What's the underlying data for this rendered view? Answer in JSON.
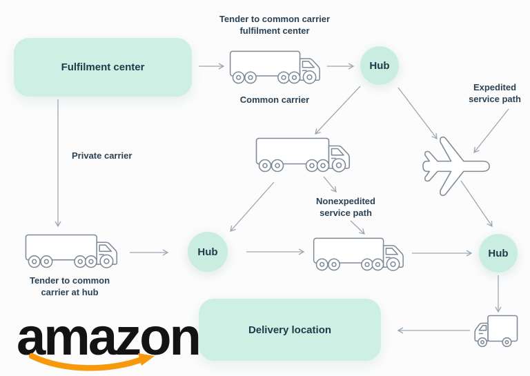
{
  "diagram_title": "Amazon fulfilment network flow",
  "palette": {
    "background": "#fcfcfd",
    "node_fill": "#cdefe4",
    "text": "#21394b",
    "arrow": "#9aa6b2",
    "icon_outline": "#7e8a97",
    "smile_orange": "#f7990a",
    "logo_black": "#131313"
  },
  "nodes": {
    "fulfilment_center": {
      "label": "Fulfilment center"
    },
    "hub_top": {
      "label": "Hub"
    },
    "hub_mid": {
      "label": "Hub"
    },
    "hub_right": {
      "label": "Hub"
    },
    "delivery_location": {
      "label": "Delivery location"
    }
  },
  "labels": {
    "tender_fc": "Tender to common carrier\nfulfilment center",
    "common_carrier": "Common carrier",
    "private_carrier": "Private carrier",
    "expedited": "Expedited\nservice path",
    "nonexpedited": "Nonexpedited\nservice path",
    "tender_hub": "Tender to common\ncarrier at hub"
  },
  "icons": {
    "semi_truck_common_carrier": "semi-truck-icon",
    "semi_truck_middle": "semi-truck-icon",
    "semi_truck_private_carrier": "semi-truck-icon",
    "semi_truck_nonexpedited": "semi-truck-icon",
    "airplane": "airplane-icon",
    "delivery_van": "delivery-van-icon",
    "amazon_smile": "amazon-smile-arrow-icon"
  },
  "logo": {
    "text": "amazon"
  }
}
